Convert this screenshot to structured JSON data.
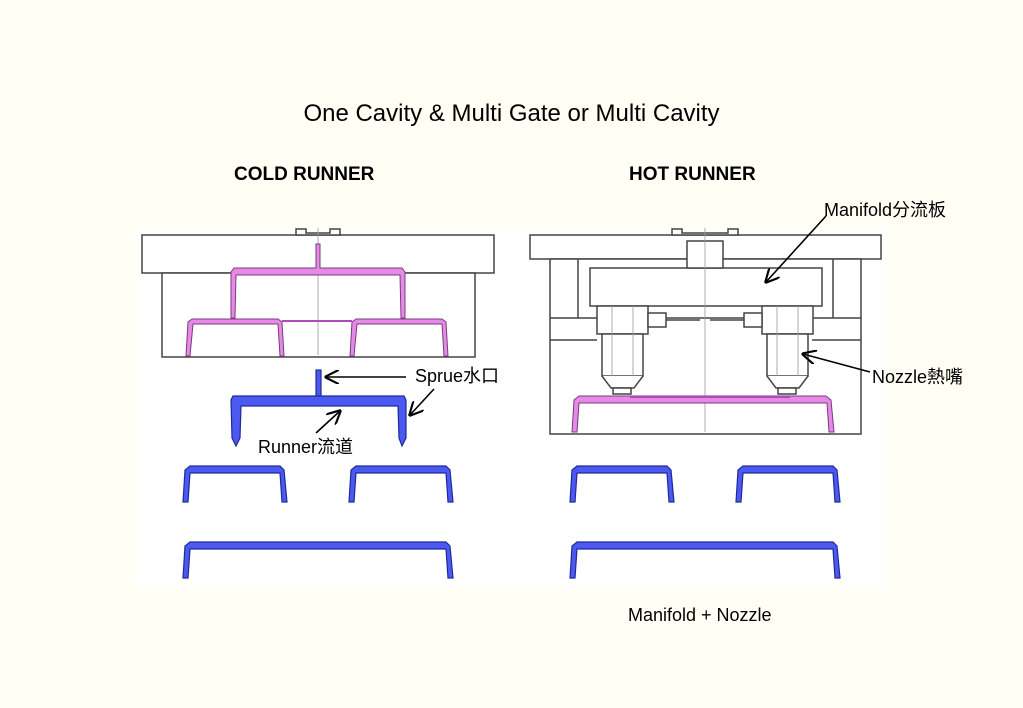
{
  "title": "One Cavity & Multi Gate or Multi Cavity",
  "cold_runner": {
    "heading": "COLD RUNNER",
    "sprue_label": "Sprue水口",
    "runner_label": "Runner流道"
  },
  "hot_runner": {
    "heading": "HOT RUNNER",
    "manifold_label": "Manifold分流板",
    "nozzle_label": "Nozzle熱嘴",
    "caption": "Manifold + Nozzle"
  },
  "colors": {
    "background": "#fffff6",
    "mold_line": "#444444",
    "plastic_pink": "#e58be6",
    "plastic_blue": "#4c59f0",
    "plastic_blue_edge": "#1f2a9a"
  }
}
